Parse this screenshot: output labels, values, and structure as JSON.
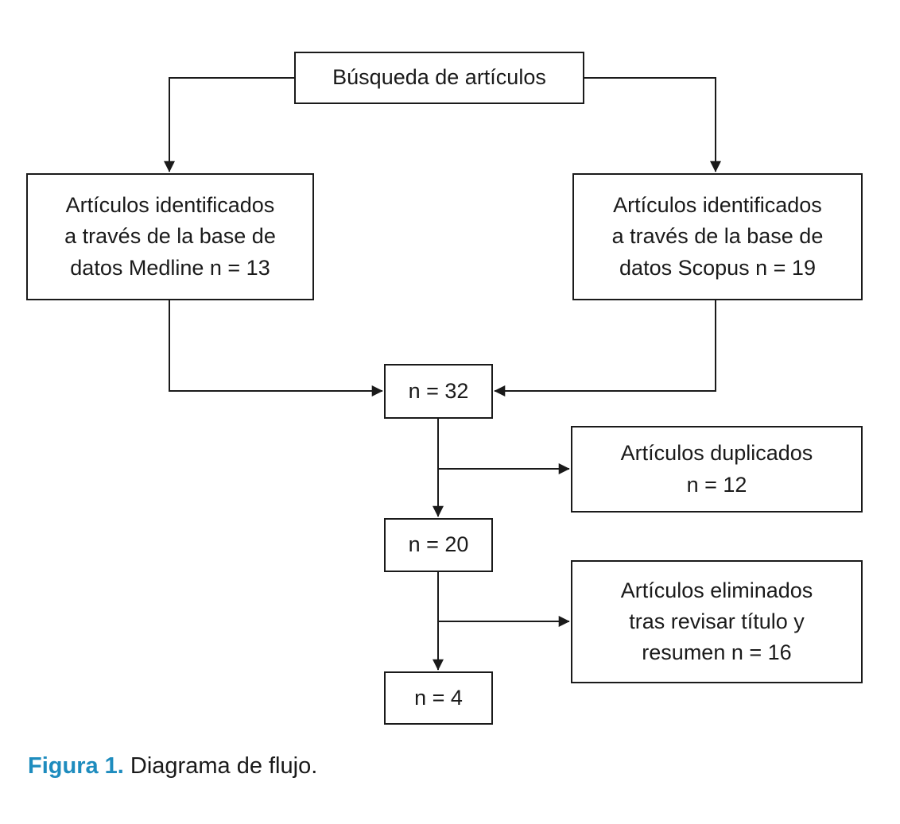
{
  "figure": {
    "caption_label": "Figura 1.",
    "caption_text": " Diagrama de flujo.",
    "caption_label_color": "#1e8cbe",
    "line_color": "#1a1a1a"
  },
  "flowchart": {
    "nodes": {
      "search": {
        "label": "Búsqueda de artículos"
      },
      "medline": {
        "label": "Artículos identificados\na través de la base de\ndatos Medline n = 13"
      },
      "scopus": {
        "label": "Artículos identificados\na través de la base de\ndatos Scopus n = 19"
      },
      "n32": {
        "label": "n = 32"
      },
      "duplicates": {
        "label": "Artículos duplicados\nn = 12"
      },
      "n20": {
        "label": "n = 20"
      },
      "removed": {
        "label": "Artículos eliminados\ntras revisar título y\nresumen n = 16"
      },
      "n4": {
        "label": "n = 4"
      }
    }
  }
}
